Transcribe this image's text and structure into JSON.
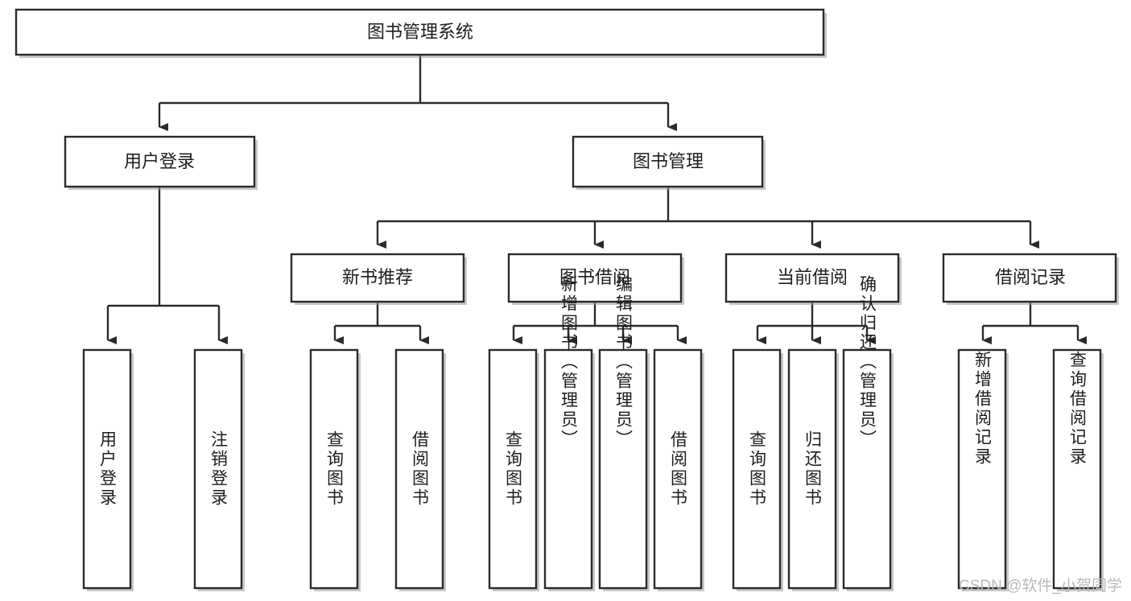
{
  "diagram": {
    "title": "图书管理系统",
    "type": "hierarchy-tree",
    "root": {
      "id": "root",
      "label": "图书管理系统"
    },
    "level2": [
      {
        "id": "user-login",
        "label": "用户登录"
      },
      {
        "id": "book-manage",
        "label": "图书管理"
      }
    ],
    "level3": [
      {
        "id": "new-book-recommend",
        "label": "新书推荐",
        "parent": "book-manage"
      },
      {
        "id": "book-borrow",
        "label": "图书借阅",
        "parent": "book-manage"
      },
      {
        "id": "current-borrow",
        "label": "当前借阅",
        "parent": "book-manage"
      },
      {
        "id": "borrow-record",
        "label": "借阅记录",
        "parent": "book-manage"
      }
    ],
    "leaves": {
      "user_login": [
        {
          "id": "leaf-user-login",
          "label": "用户登录"
        },
        {
          "id": "leaf-user-logout",
          "label": "注销登录"
        }
      ],
      "new_book_recommend": [
        {
          "id": "leaf-query-book-1",
          "label": "查询图书"
        },
        {
          "id": "leaf-borrow-book-1",
          "label": "借阅图书"
        }
      ],
      "book_borrow": [
        {
          "id": "leaf-query-book-2",
          "label": "查询图书"
        },
        {
          "id": "leaf-add-book",
          "label": "新增图书（管理员）"
        },
        {
          "id": "leaf-edit-book",
          "label": "编辑图书（管理员）"
        },
        {
          "id": "leaf-borrow-book-2",
          "label": "借阅图书"
        }
      ],
      "current_borrow": [
        {
          "id": "leaf-query-book-3",
          "label": "查询图书"
        },
        {
          "id": "leaf-return-book",
          "label": "归还图书"
        },
        {
          "id": "leaf-confirm-return",
          "label": "确认归还（管理员）"
        }
      ],
      "borrow_record": [
        {
          "id": "leaf-add-record",
          "label": "新增借阅记录"
        },
        {
          "id": "leaf-query-record",
          "label": "查询借阅记录"
        }
      ]
    }
  },
  "watermark": {
    "text": "CSDN @软件_小贺同学"
  },
  "colors": {
    "box_stroke": "#2b2b2b",
    "box_fill": "#ffffff",
    "text": "#1d1d1d",
    "watermark": "#b9b9b9",
    "background": "#ffffff"
  }
}
